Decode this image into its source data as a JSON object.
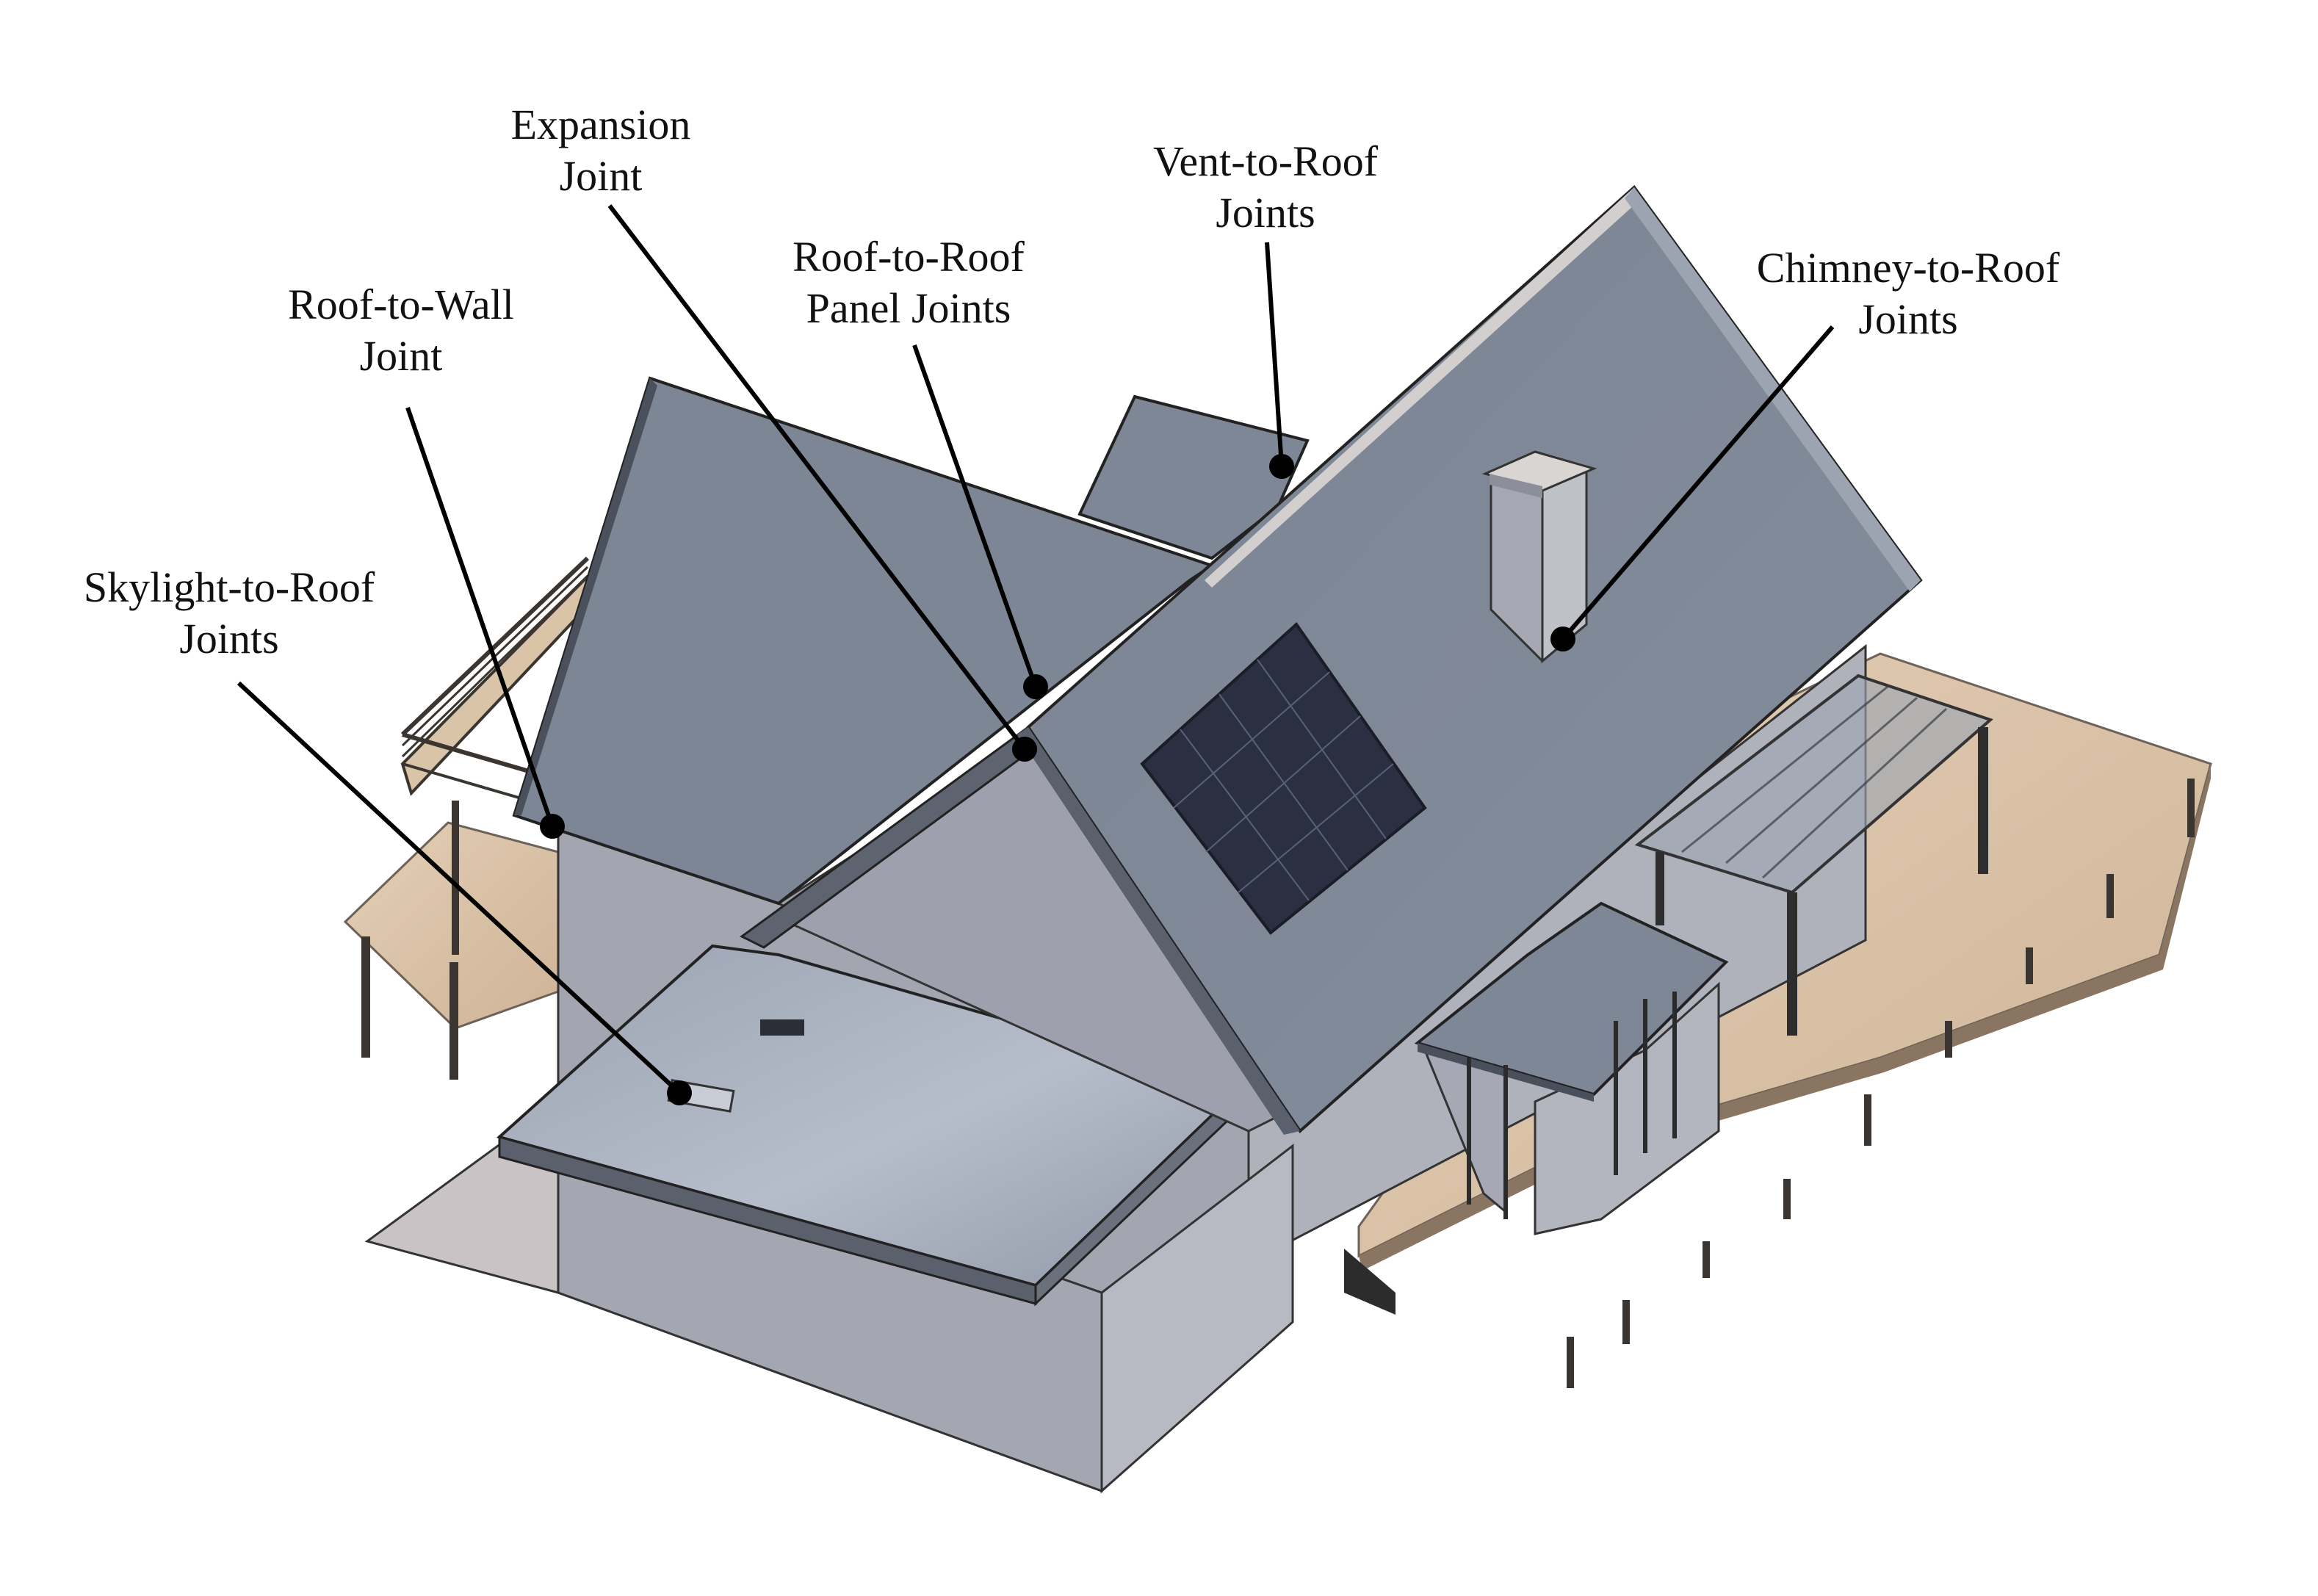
{
  "diagram": {
    "colors": {
      "roof": "#7f8896",
      "roof_dark": "#6b7482",
      "wall": "#9c9fab",
      "wall_light": "#a9aab4",
      "flat_roof": "#a7afbd",
      "deck": "#d8c3a8",
      "post": "#3a3530",
      "solar": "#2d3142",
      "leader": "#000000"
    },
    "callouts": [
      {
        "id": "expansion",
        "lines": [
          "Expansion",
          "Joint"
        ]
      },
      {
        "id": "vent",
        "lines": [
          "Vent-to-Roof",
          "Joints"
        ]
      },
      {
        "id": "roof_to_roof",
        "lines": [
          "Roof-to-Roof",
          "Panel Joints"
        ]
      },
      {
        "id": "chimney",
        "lines": [
          "Chimney-to-Roof",
          "Joints"
        ]
      },
      {
        "id": "roof_to_wall",
        "lines": [
          "Roof-to-Wall",
          "Joint"
        ]
      },
      {
        "id": "skylight",
        "lines": [
          "Skylight-to-Roof",
          "Joints"
        ]
      }
    ]
  }
}
